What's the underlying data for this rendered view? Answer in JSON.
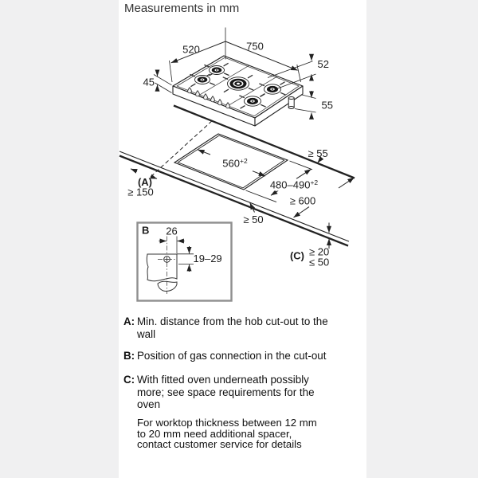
{
  "title": "Measurements in mm",
  "colors": {
    "background": "#f0f0f1",
    "panel": "#ffffff",
    "line": "#222222",
    "detail_box_border": "#8f8f8f"
  },
  "diagram": {
    "hob": {
      "depth": "520",
      "width": "750",
      "height_right": "52",
      "height_left": "45",
      "height_below": "55"
    },
    "worktop": {
      "cutout_width": "560",
      "cutout_width_sup": "+2",
      "cutout_depth": "480–490",
      "cutout_depth_sup": "+2",
      "min_back": "≥ 55",
      "label_a": "(A)",
      "min_wall": "≥ 150",
      "min_front": "≥ 50",
      "min_worktop_depth": "≥ 600"
    },
    "detail_b": {
      "label": "B",
      "offset_horizontal": "26",
      "offset_vertical": "19–29"
    },
    "thickness_c": {
      "label": "(C)",
      "min": "≥ 20",
      "max": "≤ 50"
    }
  },
  "legend": {
    "items": [
      {
        "key": "A:",
        "lines": [
          "Min. distance from the hob cut-out to the",
          "wall"
        ]
      },
      {
        "key": "B:",
        "lines": [
          "Position of gas connection in the cut-out"
        ]
      },
      {
        "key": "C:",
        "lines": [
          "With fitted oven underneath possibly",
          "more; see space requirements for the",
          "oven"
        ]
      }
    ],
    "note_lines": [
      "For worktop thickness between 12 mm",
      "to 20 mm need additional spacer,",
      "contact customer service for details"
    ]
  }
}
